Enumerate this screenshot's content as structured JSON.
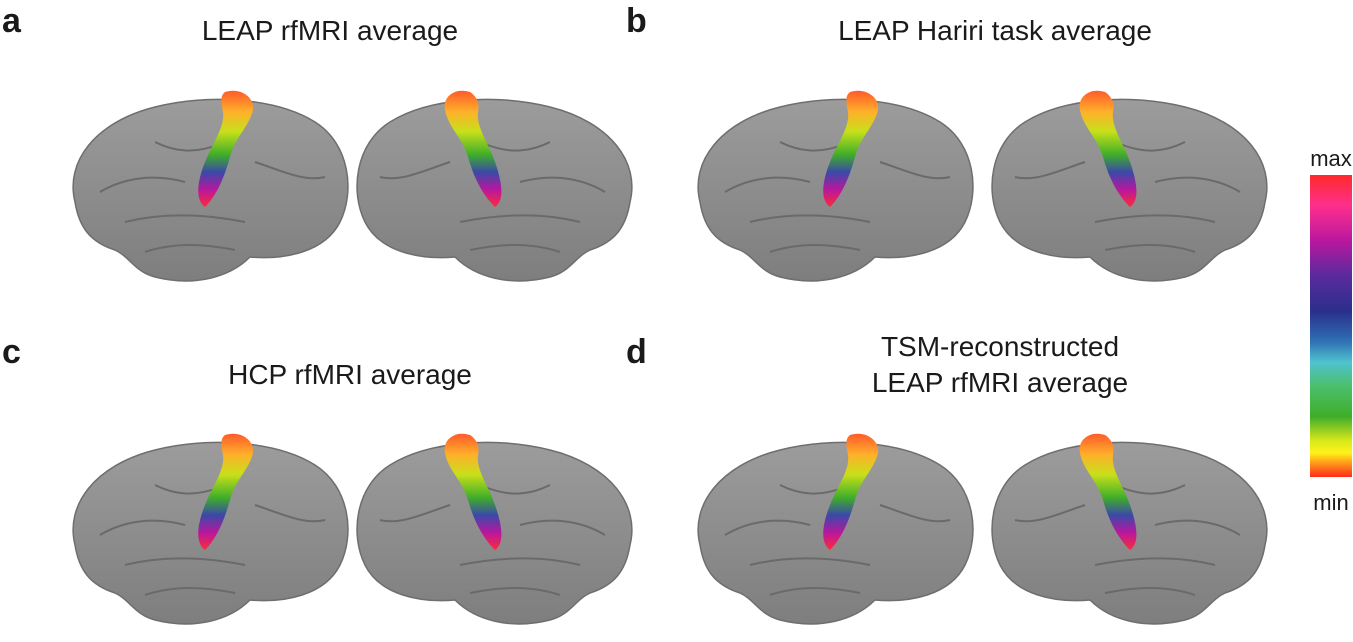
{
  "panels": [
    {
      "letter": "a",
      "title_lines": [
        "LEAP rfMRI average"
      ]
    },
    {
      "letter": "b",
      "title_lines": [
        "LEAP Hariri task average"
      ]
    },
    {
      "letter": "c",
      "title_lines": [
        "HCP rfMRI average"
      ]
    },
    {
      "letter": "d",
      "title_lines": [
        "TSM-reconstructed",
        "LEAP rfMRI average"
      ]
    }
  ],
  "colorbar": {
    "max_label": "max",
    "min_label": "min",
    "colors": [
      "#ff2a2a",
      "#ff2f8c",
      "#b8179f",
      "#2a2f8c",
      "#4fc2cf",
      "#3fae2a",
      "#fff21a",
      "#ff2a1a"
    ]
  },
  "brain_color": "#8f8f8f"
}
